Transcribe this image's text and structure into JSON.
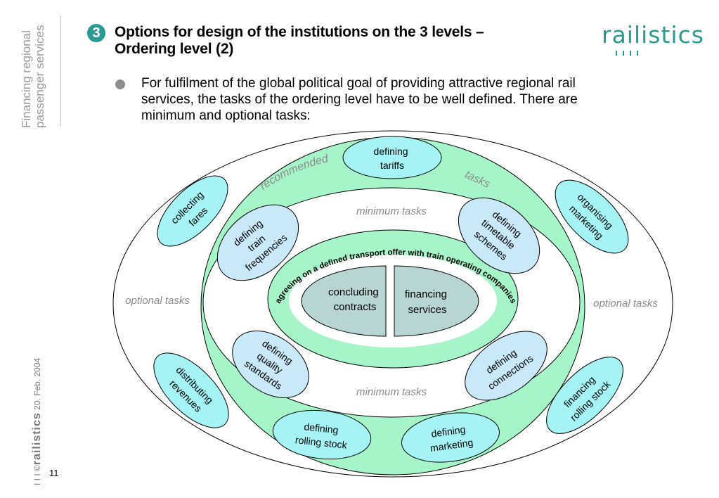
{
  "sidebar": {
    "title_line1": "Financing regional",
    "title_line2": "passenger services"
  },
  "header": {
    "section_number": "3",
    "title_line1": "Options for design of the institutions on the 3 levels –",
    "title_line2": "Ordering level (2)",
    "logo": "railistics"
  },
  "bullet": {
    "text": "For fulfilment of the global political goal of providing attractive regional rail services, the tasks of the ordering level have to be well defined. There are minimum and optional tasks:"
  },
  "diagram": {
    "colors": {
      "light_cyan": "#a6f3f5",
      "light_green": "#a6f5c8",
      "light_blue": "#c9e8f8",
      "core_grey": "#b7d5d3",
      "grey_label": "#8a8a8a"
    },
    "ring_labels": {
      "optional_left": "optional tasks",
      "optional_right": "optional tasks",
      "recommended": "recommended",
      "recommended_tasks": "tasks",
      "minimum_top": "minimum tasks",
      "minimum_bottom": "minimum tasks"
    },
    "core_label": "agreeing on a defined transport offer with train operating companies",
    "core": {
      "left_line1": "concluding",
      "left_line2": "contracts",
      "right_line1": "financing",
      "right_line2": "services"
    },
    "recommended_tasks": {
      "tariffs_1": "defining",
      "tariffs_2": "tariffs",
      "rolling_1": "defining",
      "rolling_2": "rolling stock",
      "marketing_1": "defining",
      "marketing_2": "marketing"
    },
    "minimum_tasks": {
      "freq_1": "defining",
      "freq_2": "train",
      "freq_3": "frequencies",
      "timetable_1": "defining",
      "timetable_2": "timetable",
      "timetable_3": "schemes",
      "quality_1": "defining",
      "quality_2": "quality",
      "quality_3": "standards",
      "connections_1": "defining",
      "connections_2": "connections"
    },
    "optional_tasks": {
      "fares_1": "collecting",
      "fares_2": "fares",
      "org_1": "organising",
      "org_2": "marketing",
      "revenues_1": "distributing",
      "revenues_2": "revenues",
      "fin_rolling_1": "financing",
      "fin_rolling_2": "rolling stock"
    }
  },
  "footer": {
    "copyright": "©",
    "brand": "railistics",
    "date": "20. Feb. 2004",
    "page_number": "11"
  }
}
